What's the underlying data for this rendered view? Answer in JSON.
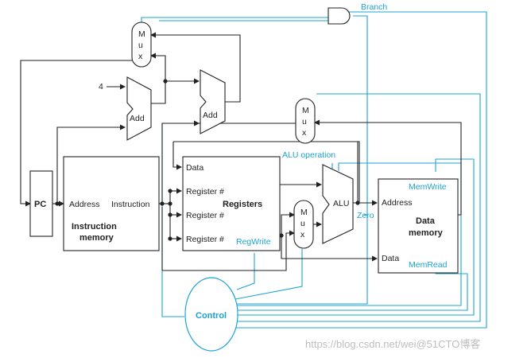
{
  "labels": {
    "branch": "Branch",
    "four": "4",
    "add_top": "Add",
    "add_right": "Add",
    "mux_letters": [
      "M",
      "u",
      "x"
    ],
    "alu_operation": "ALU operation",
    "pc": "PC",
    "address": "Address",
    "instruction": "Instruction",
    "instruction_memory": [
      "Instruction",
      "memory"
    ],
    "data_in": "Data",
    "register_num": "Register #",
    "registers": "Registers",
    "regwrite": "RegWrite",
    "alu": "ALU",
    "zero": "Zero",
    "dm_address": "Address",
    "dm_data": "Data",
    "data_memory": [
      "Data",
      "memory"
    ],
    "memwrite": "MemWrite",
    "memread": "MemRead",
    "control": "Control"
  },
  "watermark": "https://blog.csdn.net/wei@51CTO博客",
  "colors": {
    "ink": "#222222",
    "accent": "#1ba3d4"
  }
}
